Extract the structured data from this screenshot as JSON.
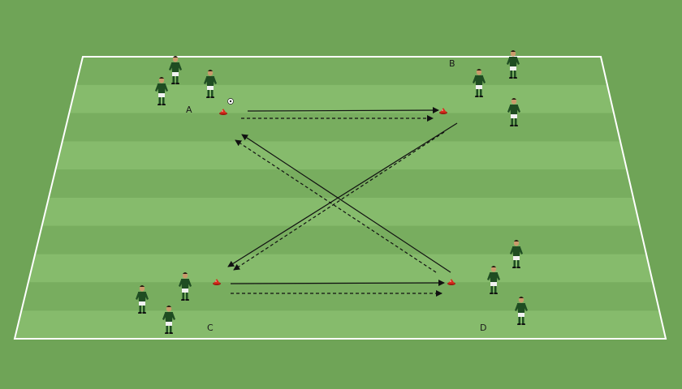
{
  "colors": {
    "grass": "#6fa457",
    "stripe_light": "#86bb6c",
    "stripe_dark": "#78ad5f",
    "line": "#ffffff",
    "arrow": "#111111",
    "cone": "#d92b1c",
    "jersey": "#1f4d22",
    "shorts": "#f2f2f2",
    "skin": "#c99a6b"
  },
  "field": {
    "stripes": 10
  },
  "stations": [
    {
      "id": "a",
      "label": "A"
    },
    {
      "id": "b",
      "label": "B"
    },
    {
      "id": "c",
      "label": "C"
    },
    {
      "id": "d",
      "label": "D"
    }
  ],
  "arrows": [
    {
      "id": "a-to-b-pass",
      "style": "solid"
    },
    {
      "id": "b-to-a-run",
      "style": "dashed"
    },
    {
      "id": "c-to-d-pass",
      "style": "solid"
    },
    {
      "id": "d-to-c-run",
      "style": "dashed"
    },
    {
      "id": "b-to-c-pass",
      "style": "solid"
    },
    {
      "id": "c-to-b-run",
      "style": "dashed"
    },
    {
      "id": "d-to-a-pass",
      "style": "solid"
    },
    {
      "id": "a-to-d-run",
      "style": "dashed"
    }
  ],
  "icons": {
    "player": "player-icon",
    "cone": "cone-icon",
    "ball": "ball-icon"
  }
}
